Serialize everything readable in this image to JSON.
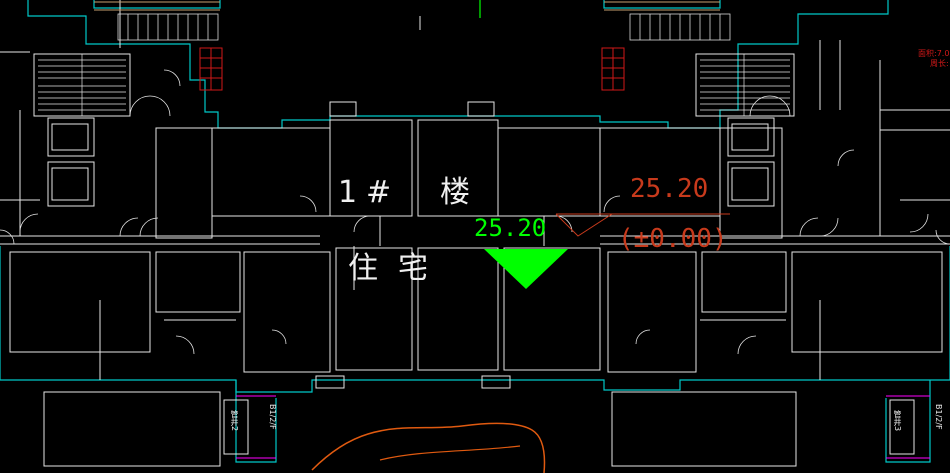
{
  "building": {
    "number_char": "1",
    "number_sign": "#",
    "building_char": "楼",
    "use_char_1": "住",
    "use_char_2": "宅"
  },
  "elevation": {
    "green_value": "25.20",
    "red_value": "25.20",
    "red_relative": "(±0.00)"
  },
  "side_notes": {
    "area_line_1": "面积:7.0",
    "area_line_2": "周长:"
  },
  "shafts": {
    "left_label": "管井2",
    "left_side": "B1/2/F",
    "right_label": "管井3",
    "right_side": "B1/2/F"
  },
  "colors": {
    "background": "#000000",
    "walls": "#ffffff",
    "outline": "#00c8c8",
    "elevation_marker": "#00ff00",
    "elevation_text_red": "#c83a1c",
    "contour": "#e05a10",
    "annotation": "#d01818",
    "shaft_marker": "#ff00ff"
  }
}
